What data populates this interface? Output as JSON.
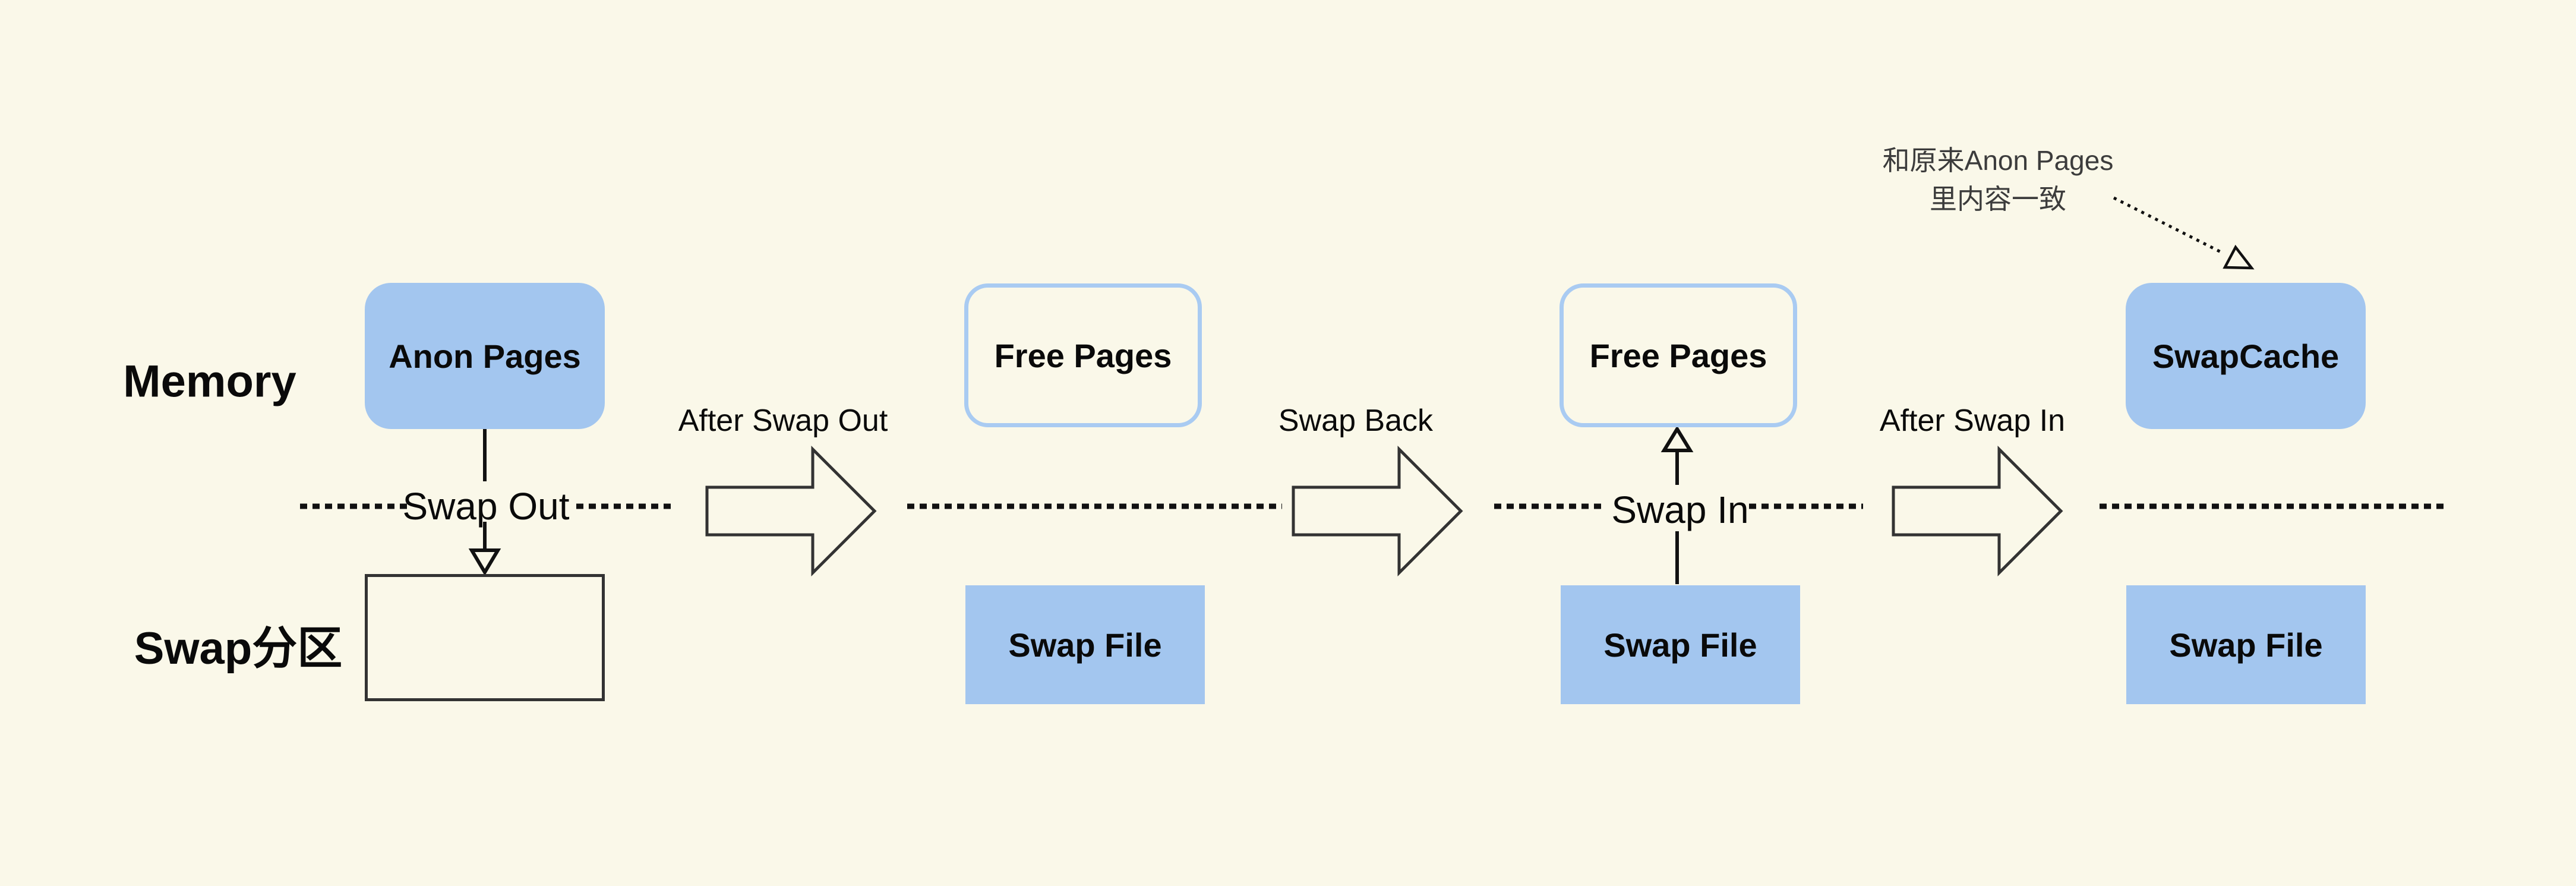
{
  "colors": {
    "bg": "#FAF8E9",
    "box_blue": "#A3C6EF",
    "box_border_blue": "#A9CBF2",
    "ink": "#111111",
    "stroke_dark": "#333333",
    "annotation_gray": "#3C3C3C"
  },
  "rows": {
    "memory_label": "Memory",
    "swap_label": "Swap分区"
  },
  "columns": [
    {
      "top_box": {
        "label": "Anon Pages",
        "style": "filled-blue"
      },
      "bottom_box": {
        "label": "",
        "style": "outlined-empty"
      }
    },
    {
      "top_box": {
        "label": "Free Pages",
        "style": "outlined-blue"
      },
      "bottom_box": {
        "label": "Swap File",
        "style": "filled-blue"
      }
    },
    {
      "top_box": {
        "label": "Free Pages",
        "style": "outlined-blue"
      },
      "bottom_box": {
        "label": "Swap File",
        "style": "filled-blue"
      }
    },
    {
      "top_box": {
        "label": "SwapCache",
        "style": "filled-blue"
      },
      "bottom_box": {
        "label": "Swap File",
        "style": "filled-blue"
      }
    }
  ],
  "transitions": [
    {
      "label": "After Swap Out"
    },
    {
      "label": "Swap Back"
    },
    {
      "label": "After Swap In"
    }
  ],
  "flow_labels": {
    "swap_out": "Swap Out",
    "swap_in": "Swap In"
  },
  "annotation": {
    "line1": "和原来Anon Pages",
    "line2": "里内容一致"
  }
}
